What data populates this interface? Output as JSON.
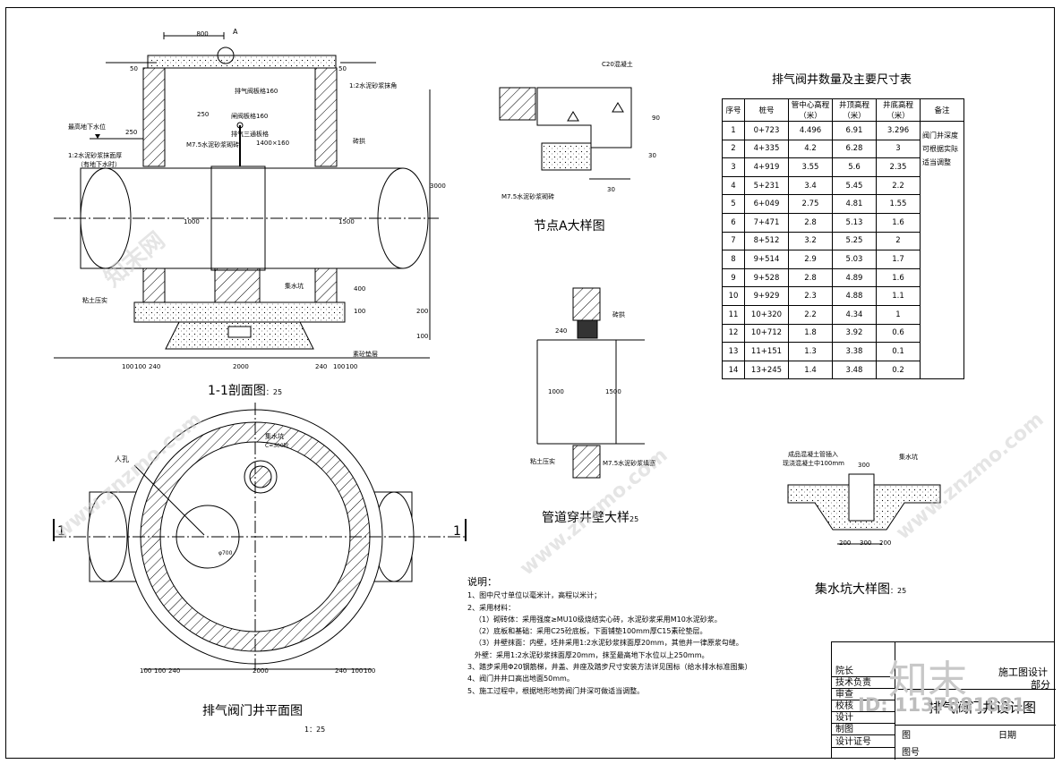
{
  "section_view": {
    "title": "1-1剖面图",
    "scale": "25",
    "dim_top": "800",
    "mark_a": "A",
    "dim_50_left": "50",
    "dim_50_right": "50",
    "ann_cover": "排气阀板格160",
    "ann_cement": "1:2水泥砂浆抹角",
    "ann_valve": "闸阀板格160",
    "ann_tee": "排气三通板格",
    "ann_tee_size": "1400×160",
    "ann_gw_max": "最高地下水位",
    "ann_plaster": "1:2水泥砂浆抹面厚",
    "ann_plaster2": "（有地下水时）",
    "ann_mortar": "M7.5水泥砂浆砌砖",
    "ann_brick": "砖拱",
    "ann_backfill": "粘土压实",
    "ann_sump": "集水坑",
    "ann_cushion": "素砼垫层",
    "dim_250": "250",
    "dim_250b": "250",
    "dim_3000": "3000",
    "dim_d1": "1000",
    "dim_d2": "1500",
    "dim_400": "400",
    "dim_100": "100",
    "dim_200": "200",
    "dim_100b": "100",
    "bottom_dims": [
      "100",
      "100",
      "240",
      "2000",
      "240",
      "100",
      "100"
    ]
  },
  "plan_view": {
    "title": "排气阀门井平面图",
    "scale": "1：25",
    "ann_manhole": "人孔",
    "ann_sump": "集水坑",
    "ann_sump_size": "C=300砼",
    "dim_700": "φ700",
    "cut_left": "1",
    "cut_right": "1",
    "bottom_dims": [
      "100",
      "100",
      "240",
      "2000",
      "240",
      "100",
      "100"
    ]
  },
  "node_a": {
    "title": "节点A大样图",
    "ann_concrete": "C20混凝土",
    "ann_mortar": "M7.5水泥砂浆砌砖",
    "dim_90": "90",
    "dim_30": "30",
    "dim_30b": "30"
  },
  "pipe_wall": {
    "title": "管道穿井壁大样",
    "scale": "25",
    "ann_brick": "砖拱",
    "ann_clay": "粘土压实",
    "ann_mortar": "M7.5水泥砂浆填塞",
    "dim_240": "240",
    "dim_1000": "1000",
    "dim_1500": "1500"
  },
  "sump_detail": {
    "title": "集水坑大样图",
    "scale": "25",
    "ann_pipe": "成品混凝土管插入",
    "ann_pipe2": "现浇混凝土中100mm",
    "ann_sump": "集水坑",
    "dim_300": "300",
    "dims_bottom": [
      "200",
      "300",
      "200"
    ]
  },
  "table": {
    "title": "排气阀井数量及主要尺寸表",
    "headers": [
      "序号",
      "桩号",
      "管中心高程（米）",
      "井顶高程（米）",
      "井底高程（米）",
      "备注"
    ],
    "note": "阀门井深度可根据实际适当调整",
    "rows": [
      [
        "1",
        "0+723",
        "4.496",
        "6.91",
        "3.296"
      ],
      [
        "2",
        "4+335",
        "4.2",
        "6.28",
        "3"
      ],
      [
        "3",
        "4+919",
        "3.55",
        "5.6",
        "2.35"
      ],
      [
        "4",
        "5+231",
        "3.4",
        "5.45",
        "2.2"
      ],
      [
        "5",
        "6+049",
        "2.75",
        "4.81",
        "1.55"
      ],
      [
        "6",
        "7+471",
        "2.8",
        "5.13",
        "1.6"
      ],
      [
        "7",
        "8+512",
        "3.2",
        "5.25",
        "2"
      ],
      [
        "8",
        "9+514",
        "2.9",
        "5.03",
        "1.7"
      ],
      [
        "9",
        "9+528",
        "2.8",
        "4.89",
        "1.6"
      ],
      [
        "10",
        "9+929",
        "2.3",
        "4.88",
        "1.1"
      ],
      [
        "11",
        "10+320",
        "2.2",
        "4.34",
        "1"
      ],
      [
        "12",
        "10+712",
        "1.8",
        "3.92",
        "0.6"
      ],
      [
        "13",
        "11+151",
        "1.3",
        "3.38",
        "0.1"
      ],
      [
        "14",
        "13+245",
        "1.4",
        "3.48",
        "0.2"
      ]
    ]
  },
  "notes": {
    "heading": "说明：",
    "lines": [
      "1、图中尺寸单位以毫米计，高程以米计；",
      "2、采用材料：",
      "（1）砌砖体：采用强度≥MU10级烧结实心砖，水泥砂浆采用M10水泥砂浆。",
      "（2）底板和基础：采用C25砼底板，下面铺垫100mm厚C15素砼垫层。",
      "（3）井壁抹面：内壁，坯井采用1:2水泥砂浆抹面厚20mm，其他井一律原浆勾缝。",
      "     外壁：采用1:2水泥砂浆抹面厚20mm，抹至最高地下水位以上250mm。",
      "3、踏步采用Φ20钢筋梯，井盖、井座及踏步尺寸安装方法详见国标（给水排水标准图集）",
      "4、阀门井井口高出地面50mm。",
      "5、施工过程中，根据地形地势阀门井深可做适当调整。"
    ]
  },
  "title_block": {
    "rows": [
      "院长",
      "技术负责",
      "审查",
      "校核",
      "设计",
      "制图",
      "设计证号"
    ],
    "stage": "施工图设计",
    "dept": "部分",
    "drawing_title": "排气阀门井设计图",
    "drawing_no_label": "图号",
    "cell_mid": "图",
    "cell_right": "日期"
  },
  "watermark": {
    "brand": "知末",
    "id": "ID: 1137881881",
    "url": "www.znzmo.com",
    "brand_full": "知末网"
  }
}
